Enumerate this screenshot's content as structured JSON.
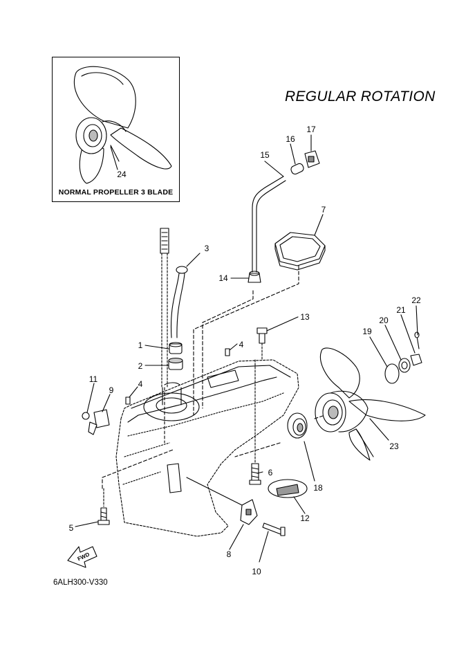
{
  "title": "REGULAR ROTATION",
  "inset_caption": "NORMAL PROPELLER 3 BLADE",
  "diagram_code": "6ALH300-V330",
  "fwd_label": "FWD",
  "callouts": {
    "c1": "1",
    "c2": "2",
    "c3": "3",
    "c4a": "4",
    "c4b": "4",
    "c5": "5",
    "c6": "6",
    "c7": "7",
    "c8": "8",
    "c9": "9",
    "c10": "10",
    "c11": "11",
    "c12": "12",
    "c13": "13",
    "c14": "14",
    "c15": "15",
    "c16": "16",
    "c17": "17",
    "c18": "18",
    "c19": "19",
    "c20": "20",
    "c21": "21",
    "c22": "22",
    "c23": "23",
    "c24": "24"
  }
}
